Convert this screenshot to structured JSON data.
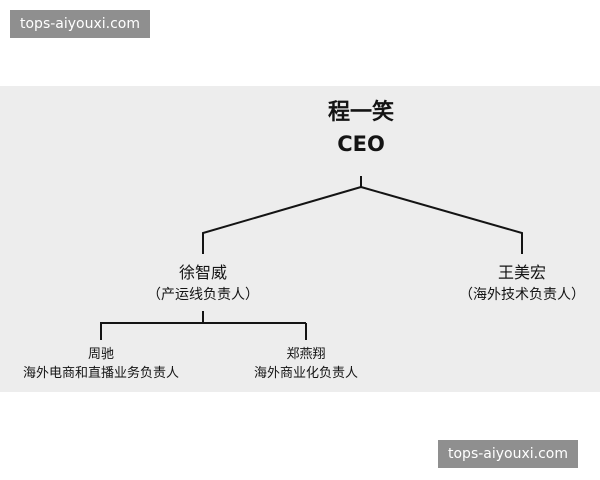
{
  "watermark": {
    "text": "tops-aiyouxi.com"
  },
  "org_chart": {
    "root": {
      "name": "程一笑",
      "title": "CEO"
    },
    "level2": [
      {
        "name": "徐智威",
        "role": "（产运线负责人）"
      },
      {
        "name": "王美宏",
        "role": "（海外技术负责人）"
      }
    ],
    "level3": [
      {
        "name": "周驰",
        "role": "海外电商和直播业务负责人"
      },
      {
        "name": "郑燕翔",
        "role": "海外商业化负责人"
      }
    ]
  },
  "colors": {
    "panel_background": "#ededed",
    "line": "#141414",
    "text": "#141414",
    "watermark_background": "#707070",
    "watermark_text": "#ffffff"
  }
}
